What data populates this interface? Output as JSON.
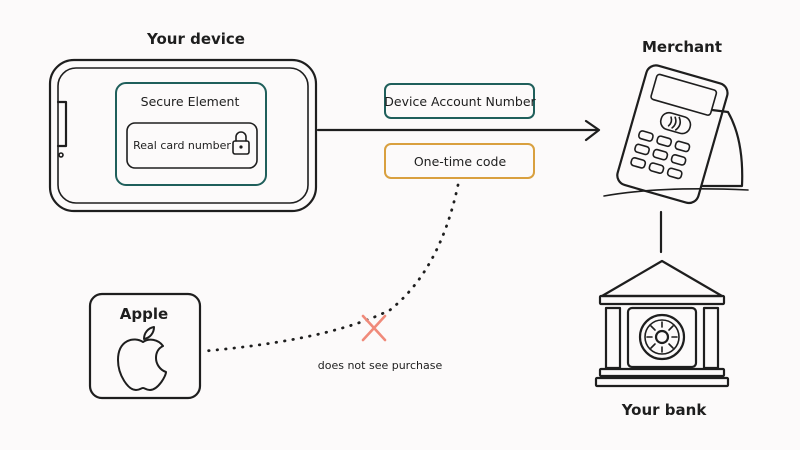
{
  "device": {
    "title": "Your device",
    "secure_element_label": "Secure Element",
    "card_label": "Real card number"
  },
  "flow_labels": {
    "account_number": "Device Account Number",
    "one_time_code": "One-time code"
  },
  "merchant": {
    "title": "Merchant"
  },
  "bank": {
    "title": "Your bank"
  },
  "apple": {
    "title": "Apple",
    "note": "does not see purchase"
  },
  "colors": {
    "ink": "#1e1e1e",
    "teal": "#1f5f5b",
    "amber": "#d9a03f",
    "blocked": "#f08a7a"
  },
  "icons": {
    "lock": "lock-icon",
    "contactless": "contactless-icon",
    "apple_logo": "apple-logo-icon",
    "vault": "vault-icon",
    "blocked": "blocked-x-icon"
  }
}
